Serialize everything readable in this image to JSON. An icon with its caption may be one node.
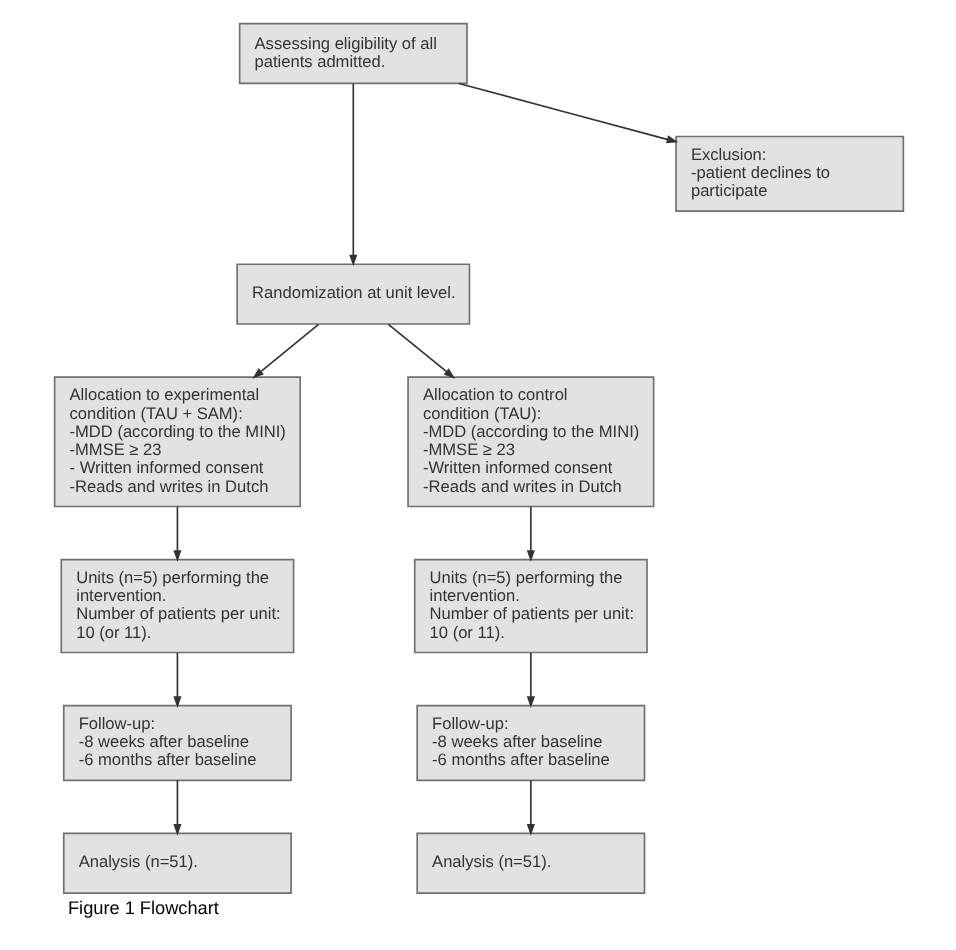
{
  "diagram": {
    "caption": "Figure 1 Flowchart",
    "nodes": [
      {
        "text": [
          "Assessing eligibility of all patients admitted."
        ]
      },
      {
        "text": [
          "Exclusion:",
          "-patient declines to participate"
        ]
      },
      {
        "text": [
          "Randomization at unit level."
        ]
      },
      {
        "text": [
          "Allocation to experimental condition (TAU + SAM):",
          "-MDD (according to the MINI)",
          "-MMSE ≥ 23",
          "- Written informed consent",
          "-Reads and writes in Dutch"
        ]
      },
      {
        "text": [
          "Allocation to control condition (TAU):",
          "-MDD (according to the MINI)",
          "-MMSE ≥ 23",
          "-Written informed consent",
          "-Reads and writes in Dutch"
        ]
      },
      {
        "text": [
          "Units (n=5) performing the intervention.",
          "Number of patients per unit: 10 (or 11)."
        ]
      },
      {
        "text": [
          "Units (n=5) performing the intervention.",
          "Number of patients per unit: 10 (or 11)."
        ]
      },
      {
        "text": [
          "Follow-up:",
          "-8 weeks after baseline",
          "-6 months after baseline"
        ]
      },
      {
        "text": [
          "Follow-up:",
          "-8 weeks after baseline",
          "-6 months after baseline"
        ]
      },
      {
        "text": [
          "Analysis (n=51)."
        ]
      },
      {
        "text": [
          "Analysis (n=51)."
        ]
      }
    ],
    "edges": [
      {
        "from": 0,
        "to": 2,
        "arrow": "to"
      },
      {
        "from": 0,
        "to": 1,
        "arrow": "to"
      },
      {
        "from": 2,
        "to": 3,
        "arrow": "to"
      },
      {
        "from": 2,
        "to": 4,
        "arrow": "to"
      },
      {
        "from": 3,
        "to": 5,
        "arrow": "to"
      },
      {
        "from": 4,
        "to": 6,
        "arrow": "to"
      },
      {
        "from": 5,
        "to": 7,
        "arrow": "to"
      },
      {
        "from": 6,
        "to": 8,
        "arrow": "to"
      },
      {
        "from": 7,
        "to": 9,
        "arrow": "to"
      },
      {
        "from": 8,
        "to": 10,
        "arrow": "to"
      }
    ]
  }
}
